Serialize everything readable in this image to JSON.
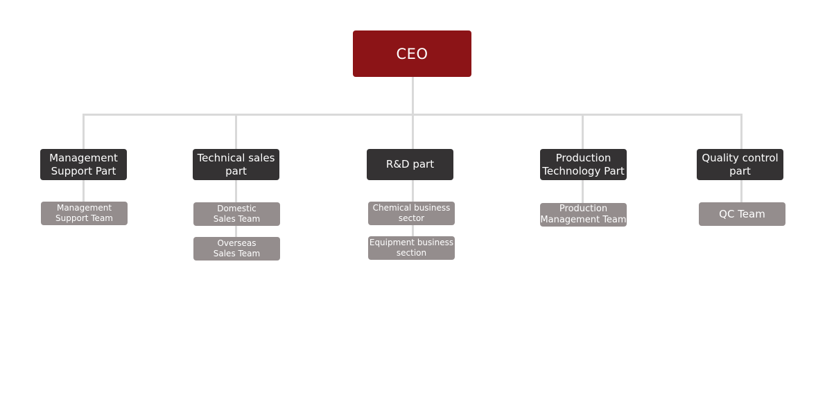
{
  "org_chart": {
    "ceo": "CEO",
    "parts": [
      {
        "label": "Management\nSupport Part",
        "teams": [
          "Management\nSupport Team"
        ]
      },
      {
        "label": "Technical sales\npart",
        "teams": [
          "Domestic\nSales Team",
          "Overseas\nSales Team"
        ]
      },
      {
        "label": "R&D part",
        "teams": [
          "Chemical business\nsector",
          "Equipment business\nsection"
        ]
      },
      {
        "label": "Production\nTechnology Part",
        "teams": [
          "Production\nManagement Team"
        ]
      },
      {
        "label": "Quality control\npart",
        "teams": [
          "QC Team"
        ]
      }
    ]
  },
  "colors": {
    "ceo": "#8c1417",
    "part": "#343233",
    "team": "#948d8d",
    "connector": "#d9d9d9"
  }
}
